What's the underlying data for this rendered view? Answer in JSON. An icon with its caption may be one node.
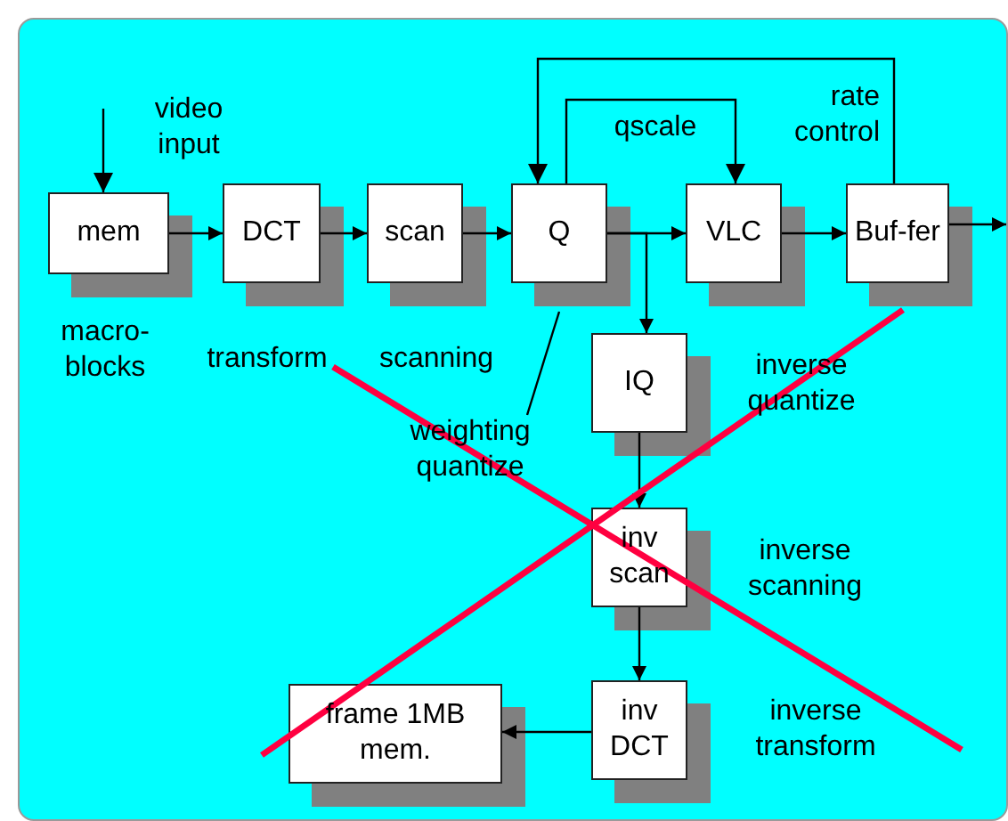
{
  "diagram": {
    "nodes": [
      {
        "text": [
          "mem"
        ],
        "beside": [
          "macro-blocks"
        ]
      },
      {
        "text": [
          "DCT"
        ],
        "beside": [
          "transform"
        ]
      },
      {
        "text": [
          "scan"
        ],
        "beside": [
          "scanning"
        ]
      },
      {
        "text": [
          "Q"
        ]
      },
      {
        "text": [
          "VLC"
        ]
      },
      {
        "text": [
          "Buf-fer"
        ]
      },
      {
        "text": [
          "IQ"
        ],
        "beside": [
          "inverse quantize"
        ]
      },
      {
        "text": [
          "inv scan"
        ],
        "beside": [
          "inverse scanning"
        ]
      },
      {
        "text": [
          "inv DCT"
        ],
        "beside": [
          "inverse transform"
        ]
      },
      {
        "text": [
          "frame 1MB mem."
        ]
      },
      {
        "text": [
          "weighting quantize"
        ]
      }
    ],
    "edges": [
      {
        "from": 0,
        "to": 1,
        "arrow": "to"
      },
      {
        "from": 1,
        "to": 2,
        "arrow": "to"
      },
      {
        "from": 2,
        "to": 3,
        "arrow": "to"
      },
      {
        "from": 3,
        "to": 4,
        "arrow": "to"
      },
      {
        "from": 4,
        "to": 5,
        "arrow": "to"
      },
      {
        "from": 5,
        "to": null,
        "arrow": "to"
      },
      {
        "from": null,
        "to": 0,
        "arrow": "to"
      },
      {
        "from": 5,
        "to": 3,
        "arrow": "to",
        "label": "rate control"
      },
      {
        "from": 3,
        "to": 4,
        "arrow": "to",
        "label": "qscale"
      },
      {
        "from": 3,
        "to": 6,
        "arrow": "to"
      },
      {
        "from": 6,
        "to": 7,
        "arrow": "to"
      },
      {
        "from": 7,
        "to": 8,
        "arrow": "to"
      },
      {
        "from": 8,
        "to": 9,
        "arrow": "to"
      },
      {
        "from": 10,
        "to": 3,
        "arrow": "none"
      }
    ],
    "labels": [
      "video input"
    ]
  }
}
